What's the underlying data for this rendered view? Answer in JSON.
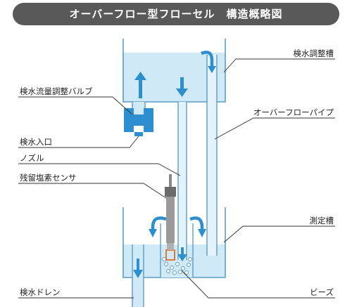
{
  "title": "オーバーフロー型フローセル　構造概略図",
  "labels": {
    "adjust_tank": "検水調整槽",
    "flow_valve": "検水流量調整バルブ",
    "overflow_pipe": "オーバーフローパイプ",
    "sample_inlet": "検水入口",
    "nozzle": "ノズル",
    "chlorine_sensor": "残留塩素センサ",
    "measure_tank": "測定槽",
    "drain": "検水ドレン",
    "beads": "ビーズ"
  },
  "colors": {
    "water": "#cfe9f6",
    "pipe_fill": "#e4f3fb",
    "outline": "#5b9cc9",
    "accent": "#2d8fd0",
    "leader": "#333333",
    "sensor_body": "#777777",
    "sensor_band": "#e0763a",
    "title_bg": "#595959"
  }
}
